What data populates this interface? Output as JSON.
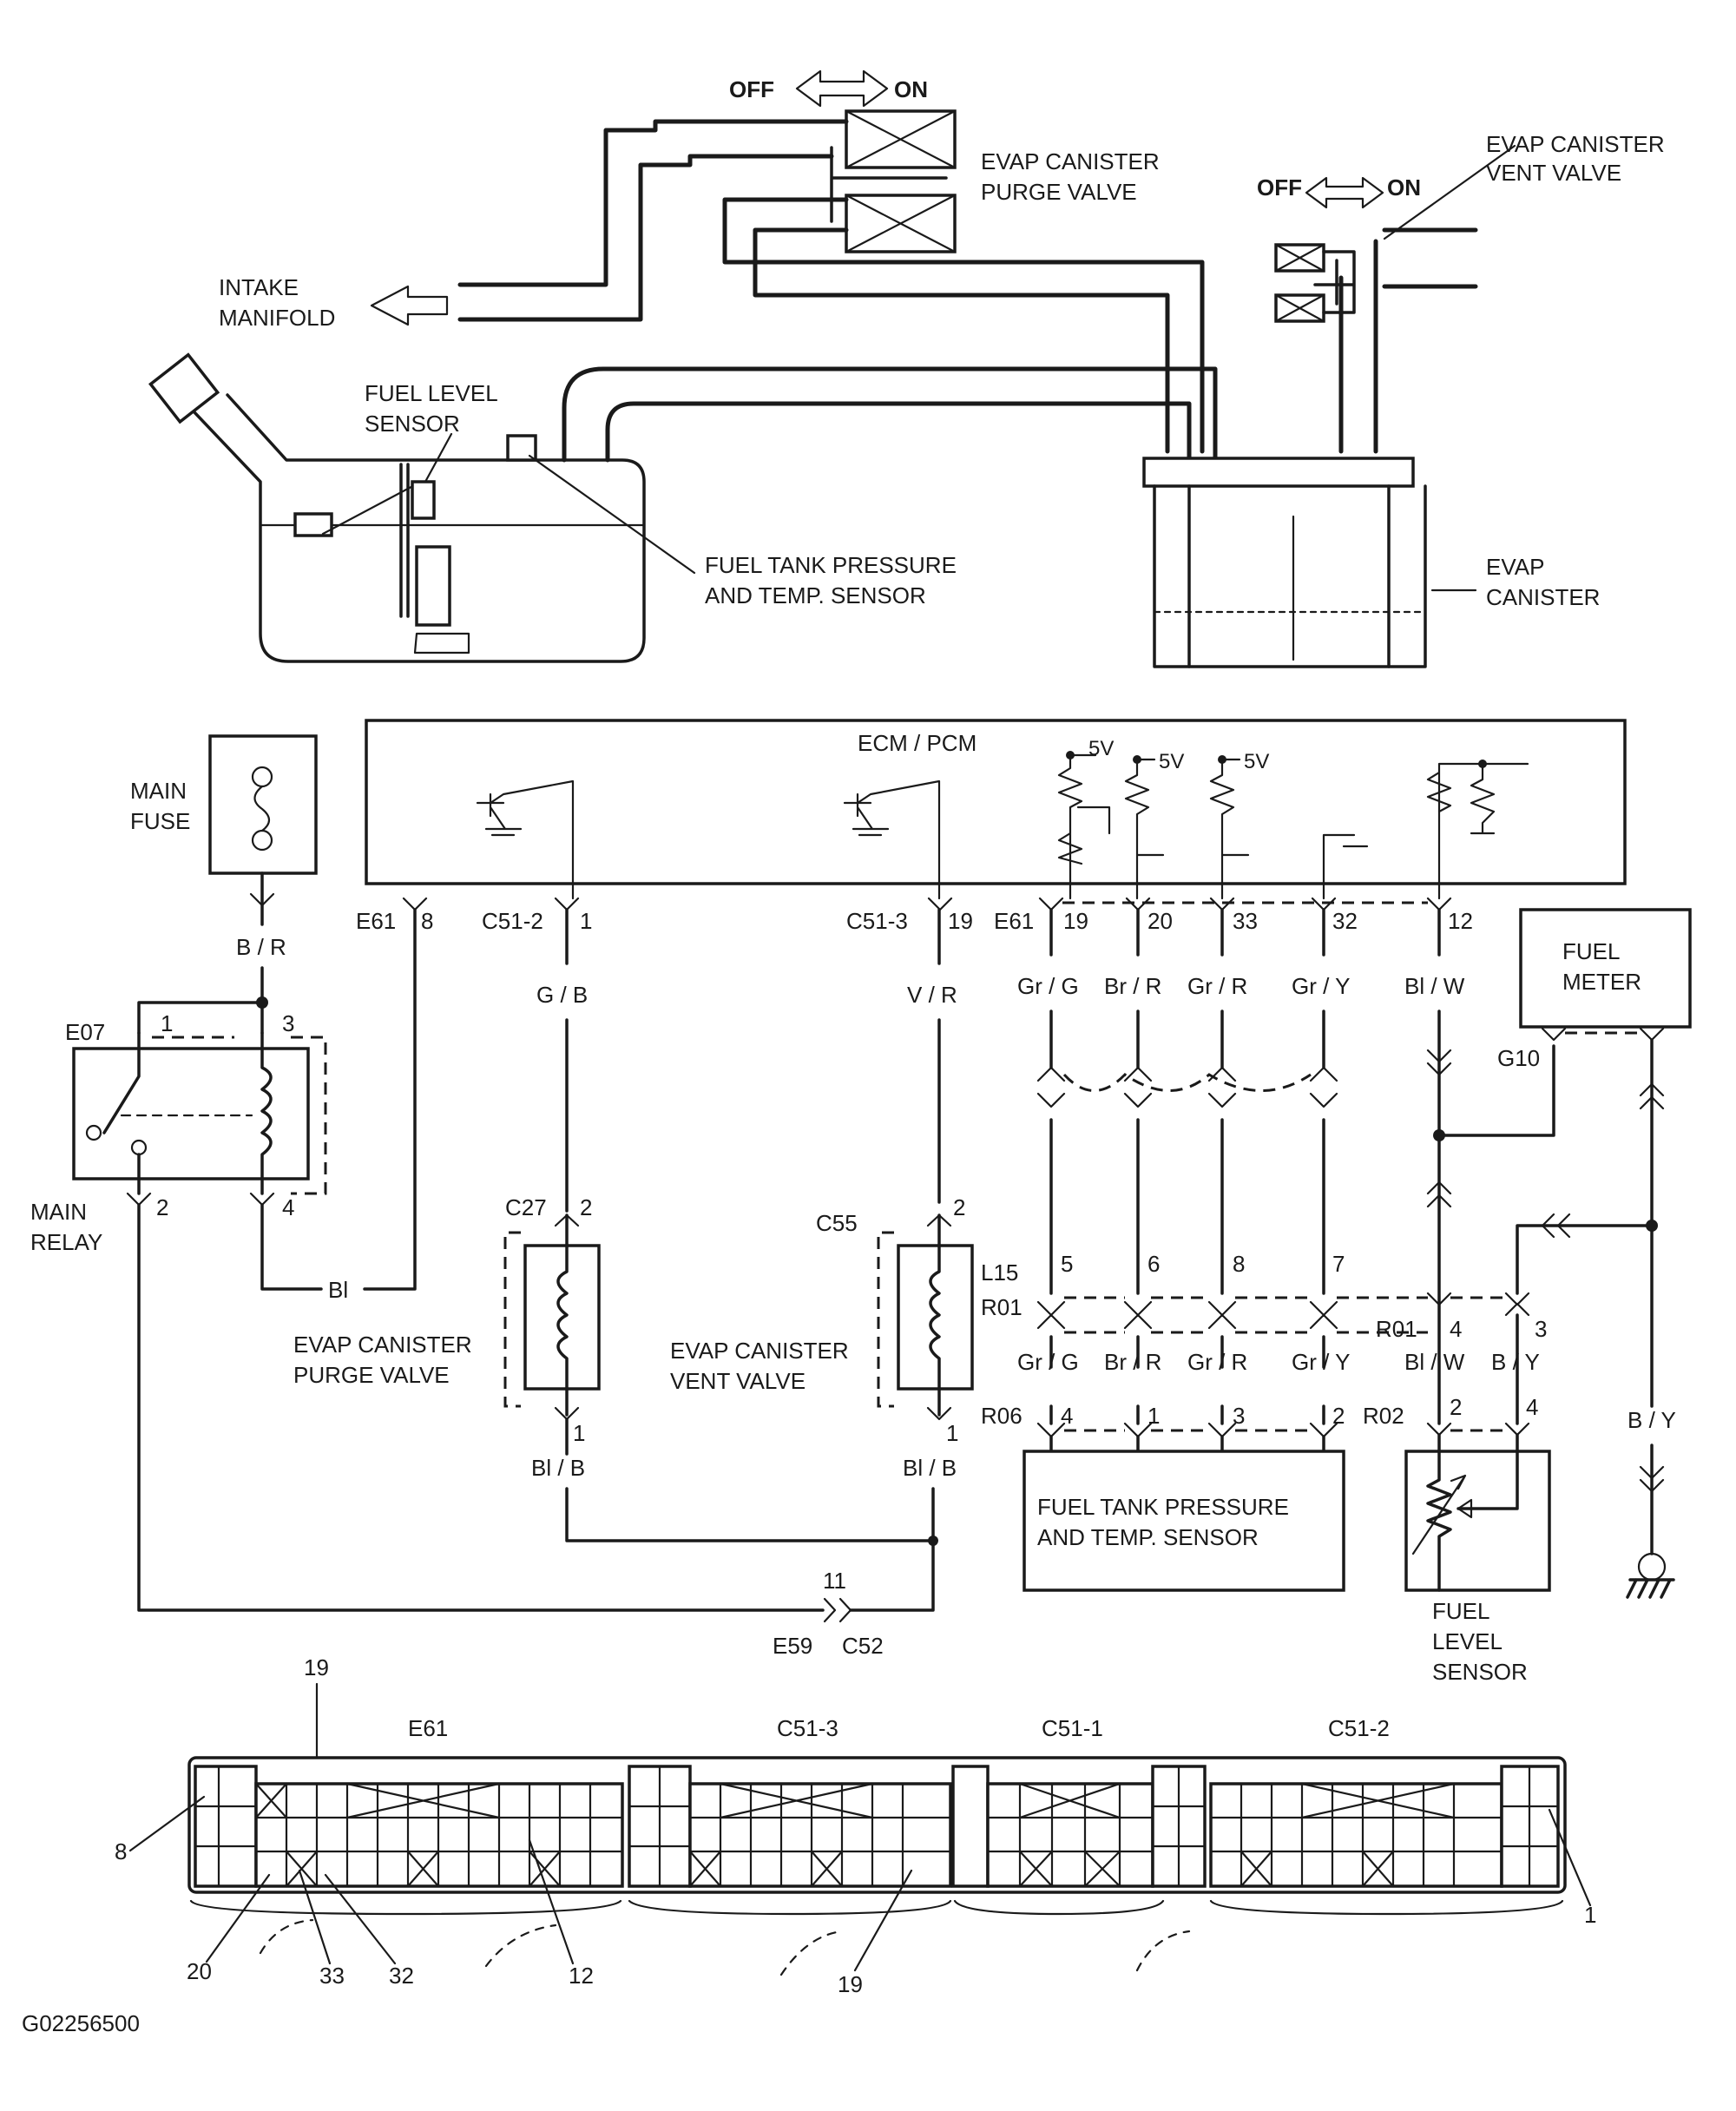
{
  "mechanical": {
    "purge_valve_switch": {
      "off": "OFF",
      "on": "ON"
    },
    "purge_valve_label": [
      "EVAP CANISTER",
      "PURGE VALVE"
    ],
    "vent_valve_switch": {
      "off": "OFF",
      "on": "ON"
    },
    "vent_valve_label": [
      "EVAP CANISTER",
      "VENT VALVE"
    ],
    "intake_label": [
      "INTAKE",
      "MANIFOLD"
    ],
    "fuel_level_label": [
      "FUEL LEVEL",
      "SENSOR"
    ],
    "tank_sensor_label": [
      "FUEL TANK PRESSURE",
      "AND TEMP. SENSOR"
    ],
    "canister_label": [
      "EVAP",
      "CANISTER"
    ]
  },
  "circuit": {
    "ecm_label": "ECM / PCM",
    "v5": "5V",
    "main_fuse_label": [
      "MAIN",
      "FUSE"
    ],
    "main_relay_label": [
      "MAIN",
      "RELAY"
    ],
    "fuel_meter_label": [
      "FUEL",
      "METER"
    ],
    "purge_valve_label": [
      "EVAP CANISTER",
      "PURGE VALVE"
    ],
    "vent_valve_label": [
      "EVAP CANISTER",
      "VENT VALVE"
    ],
    "tank_sensor_label": [
      "FUEL TANK PRESSURE",
      "AND TEMP. SENSOR"
    ],
    "fuel_level_label": [
      "FUEL",
      "LEVEL",
      "SENSOR"
    ],
    "connectors": {
      "e61": "E61",
      "c51_2": "C51-2",
      "c51_3": "C51-3",
      "e07": "E07",
      "c27": "C27",
      "c55": "C55",
      "l15": "L15",
      "r01": "R01",
      "r06": "R06",
      "r02": "R02",
      "g10": "G10",
      "e59": "E59",
      "c52": "C52"
    },
    "pins": {
      "p8": "8",
      "p1": "1",
      "p19": "19",
      "p20": "20",
      "p33": "33",
      "p32": "32",
      "p12": "12",
      "p2": "2",
      "p3": "3",
      "p4": "4",
      "p5": "5",
      "p6": "6",
      "p7": "7",
      "p11": "11"
    },
    "wires": {
      "b_r": "B / R",
      "bl": "Bl",
      "g_b": "G / B",
      "v_r": "V / R",
      "gr_g": "Gr / G",
      "br_r": "Br / R",
      "gr_r": "Gr / R",
      "gr_y": "Gr / Y",
      "bl_w": "Bl / W",
      "b_y": "B / Y",
      "bl_b": "Bl / B"
    }
  },
  "connector_view": {
    "labels": [
      "E61",
      "C51-3",
      "C51-1",
      "C51-2"
    ],
    "pin_callouts": {
      "p19": "19",
      "p8": "8",
      "p20": "20",
      "p33": "33",
      "p32": "32",
      "p12": "12",
      "p19b": "19",
      "p1": "1"
    }
  },
  "figure_id": "G02256500"
}
